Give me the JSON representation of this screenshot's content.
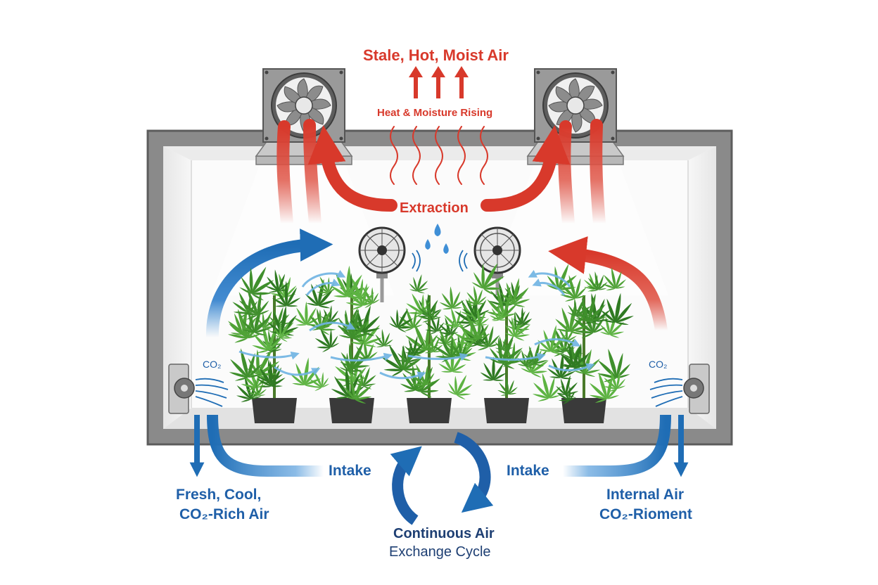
{
  "labels": {
    "stale_air": "Stale, Hot, Moist Air",
    "heat_rising": "Heat & Moisture Rising",
    "extraction": "Extraction",
    "co2_left": "CO₂",
    "co2_right": "CO₂",
    "intake_left": "Intake",
    "intake_right": "Intake",
    "fresh_line1": "Fresh, Cool,",
    "fresh_line2": "CO₂-Rich Air",
    "internal_line1": "Internal Air",
    "internal_line2": "CO₂-Rioment",
    "cycle_line1": "Continuous Air",
    "cycle_line2": "Exchange Cycle"
  },
  "colors": {
    "exhaust_red": "#d8392b",
    "intake_blue": "#1f6db5",
    "text_navy": "#1e3f73",
    "tent_frame": "#7a7a7a",
    "leaf_green": "#3f8f2c"
  },
  "components": {
    "exhaust_fans": 2,
    "oscillating_fans": 2,
    "intake_vents": 2,
    "plants": 5
  }
}
